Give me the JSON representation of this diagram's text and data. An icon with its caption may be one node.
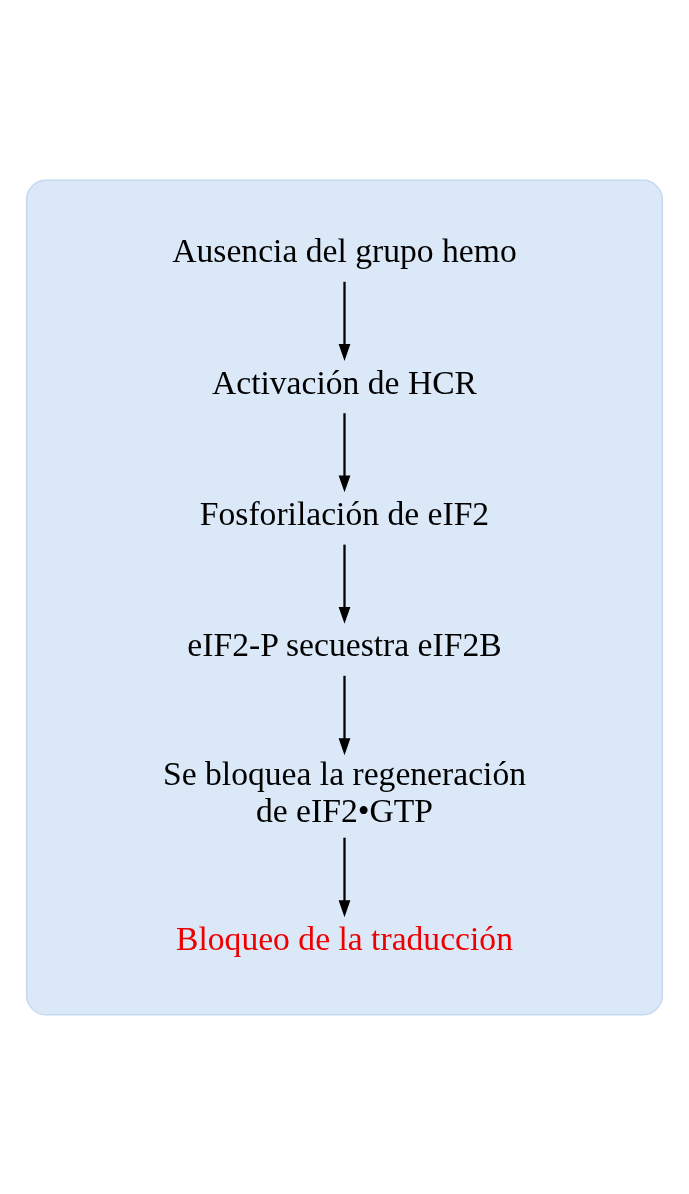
{
  "diagram": {
    "nodes": [
      {
        "text": [],
        "shape": "box"
      },
      {
        "text": [
          "Ausencia del grupo hemo"
        ],
        "in": 0
      },
      {
        "text": [
          "Activación de HCR"
        ],
        "in": 0
      },
      {
        "text": [
          "Fosforilación de eIF2"
        ],
        "in": 0
      },
      {
        "text": [
          "eIF2-P secuestra eIF2B"
        ],
        "in": 0
      },
      {
        "text": [
          "Se bloquea la regeneración de eIF2•GTP"
        ],
        "in": 0
      },
      {
        "text": [
          "Bloqueo de la traducción"
        ],
        "in": 0
      }
    ],
    "edges": [
      {
        "from": 1,
        "to": 2,
        "arrow": "to"
      },
      {
        "from": 2,
        "to": 3,
        "arrow": "to"
      },
      {
        "from": 3,
        "to": 4,
        "arrow": "to"
      },
      {
        "from": 4,
        "to": 5,
        "arrow": "to"
      },
      {
        "from": 5,
        "to": 6,
        "arrow": "to"
      }
    ]
  }
}
